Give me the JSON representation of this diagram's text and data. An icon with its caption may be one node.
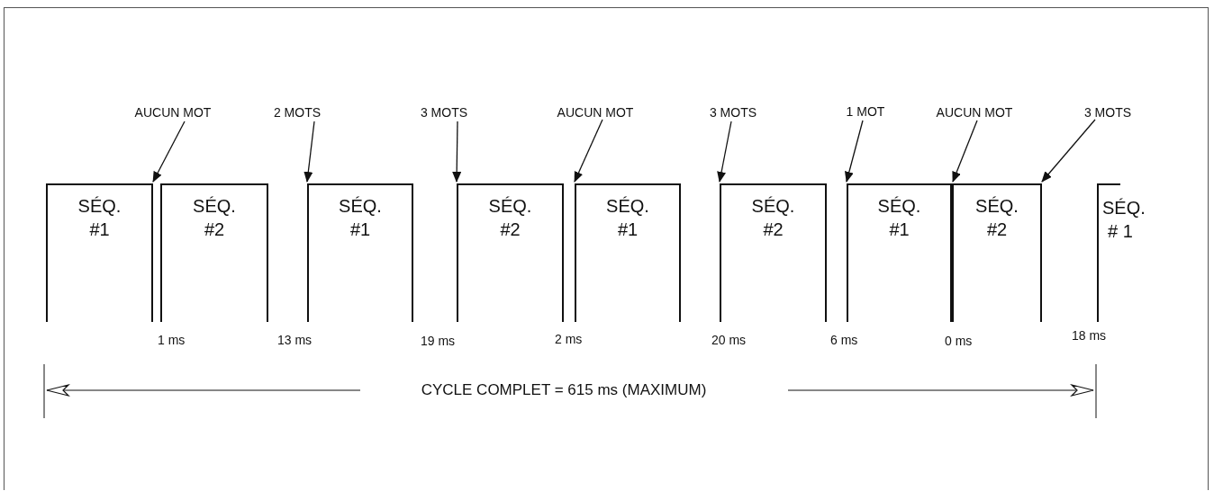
{
  "diagram": {
    "nodes": [
      {
        "text": [
          "SÉQ. #1"
        ]
      },
      {
        "text": [
          "SÉQ. #2"
        ]
      },
      {
        "text": [
          "SÉQ. #1"
        ]
      },
      {
        "text": [
          "SÉQ. #2"
        ]
      },
      {
        "text": [
          "SÉQ. #1"
        ]
      },
      {
        "text": [
          "SÉQ. #2"
        ]
      },
      {
        "text": [
          "SÉQ. #1"
        ]
      },
      {
        "text": [
          "SÉQ. #2"
        ]
      },
      {
        "text": [
          "SÉQ. # 1"
        ]
      },
      {
        "text": [
          "AUCUN MOT"
        ]
      },
      {
        "text": [
          "2 MOTS"
        ]
      },
      {
        "text": [
          "3 MOTS"
        ]
      },
      {
        "text": [
          "AUCUN MOT"
        ]
      },
      {
        "text": [
          "3 MOTS"
        ]
      },
      {
        "text": [
          "1 MOT"
        ]
      },
      {
        "text": [
          "AUCUN MOT"
        ]
      },
      {
        "text": [
          "3 MOTS"
        ]
      }
    ],
    "edges": [
      {
        "from": 9,
        "to": 0,
        "arrow": "to"
      },
      {
        "from": 10,
        "to": 2,
        "arrow": "to"
      },
      {
        "from": 11,
        "to": 3,
        "arrow": "to"
      },
      {
        "from": 12,
        "to": 4,
        "arrow": "to"
      },
      {
        "from": 13,
        "to": 5,
        "arrow": "to"
      },
      {
        "from": 14,
        "to": 6,
        "arrow": "to"
      },
      {
        "from": 15,
        "to": 7,
        "arrow": "to"
      },
      {
        "from": 16,
        "to": 7,
        "arrow": "to"
      }
    ],
    "labels": [
      "1 ms",
      "13 ms",
      "19 ms",
      "2 ms",
      "20 ms",
      "6 ms",
      "0 ms",
      "18 ms",
      "CYCLE COMPLET = 615 ms (MAXIMUM)"
    ]
  }
}
